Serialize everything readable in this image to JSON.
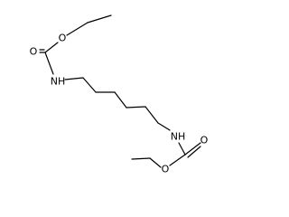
{
  "molecule": {
    "atoms": [
      {
        "id": "O_top_ester",
        "label": "O"
      },
      {
        "id": "O_top_carbonyl",
        "label": "O"
      },
      {
        "id": "N_top",
        "label": "NH"
      },
      {
        "id": "N_bottom",
        "label": "NH"
      },
      {
        "id": "O_bottom_carbonyl",
        "label": "O"
      },
      {
        "id": "O_bottom_ester",
        "label": "O"
      }
    ]
  }
}
